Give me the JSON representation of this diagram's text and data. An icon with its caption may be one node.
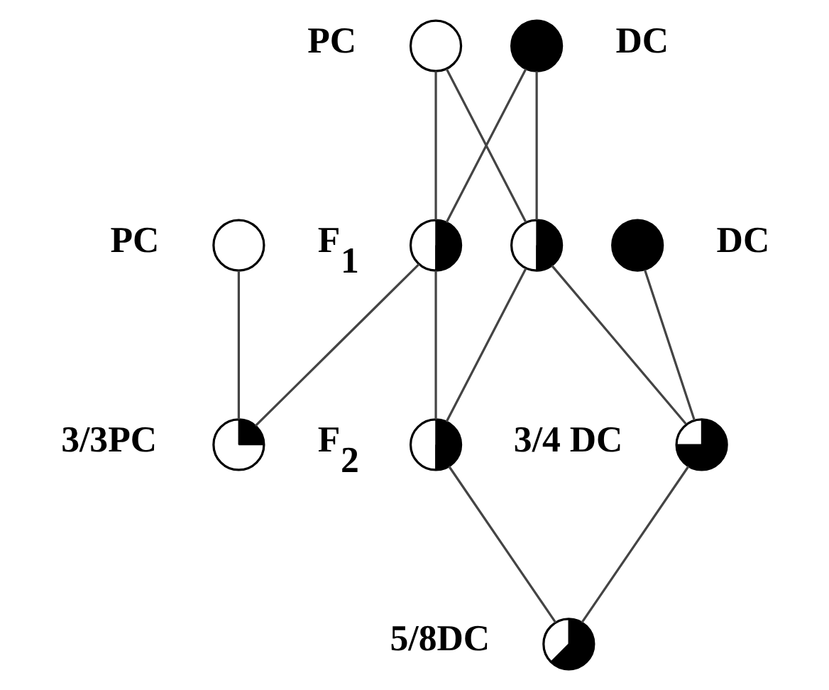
{
  "diagram": {
    "nodes": [
      {
        "text": [],
        "shape": "circle",
        "beside": [
          "PC"
        ]
      },
      {
        "text": [],
        "shape": "circle",
        "beside": [
          "DC"
        ]
      },
      {
        "text": [],
        "shape": "circle",
        "beside": [
          "PC"
        ]
      },
      {
        "text": [],
        "shape": "circle",
        "beside": [
          "F$_{1}$"
        ]
      },
      {
        "text": [],
        "shape": "circle"
      },
      {
        "text": [],
        "shape": "circle",
        "beside": [
          "DC"
        ]
      },
      {
        "text": [],
        "shape": "circle",
        "beside": [
          "3/3PC"
        ]
      },
      {
        "text": [],
        "shape": "circle",
        "beside": [
          "F$_{2}$"
        ]
      },
      {
        "text": [],
        "shape": "circle",
        "beside": [
          "3/4 DC"
        ]
      },
      {
        "text": [],
        "shape": "circle",
        "beside": [
          "5/8DC"
        ]
      }
    ],
    "edges": [
      {
        "from": 0,
        "to": 3,
        "arrow": "none"
      },
      {
        "from": 0,
        "to": 4,
        "arrow": "none"
      },
      {
        "from": 1,
        "to": 3,
        "arrow": "none"
      },
      {
        "from": 1,
        "to": 4,
        "arrow": "none"
      },
      {
        "from": 2,
        "to": 6,
        "arrow": "none"
      },
      {
        "from": 3,
        "to": 6,
        "arrow": "none"
      },
      {
        "from": 3,
        "to": 7,
        "arrow": "none"
      },
      {
        "from": 4,
        "to": 7,
        "arrow": "none"
      },
      {
        "from": 4,
        "to": 8,
        "arrow": "none"
      },
      {
        "from": 5,
        "to": 8,
        "arrow": "none"
      },
      {
        "from": 7,
        "to": 9,
        "arrow": "none"
      },
      {
        "from": 8,
        "to": 9,
        "arrow": "none"
      }
    ]
  }
}
